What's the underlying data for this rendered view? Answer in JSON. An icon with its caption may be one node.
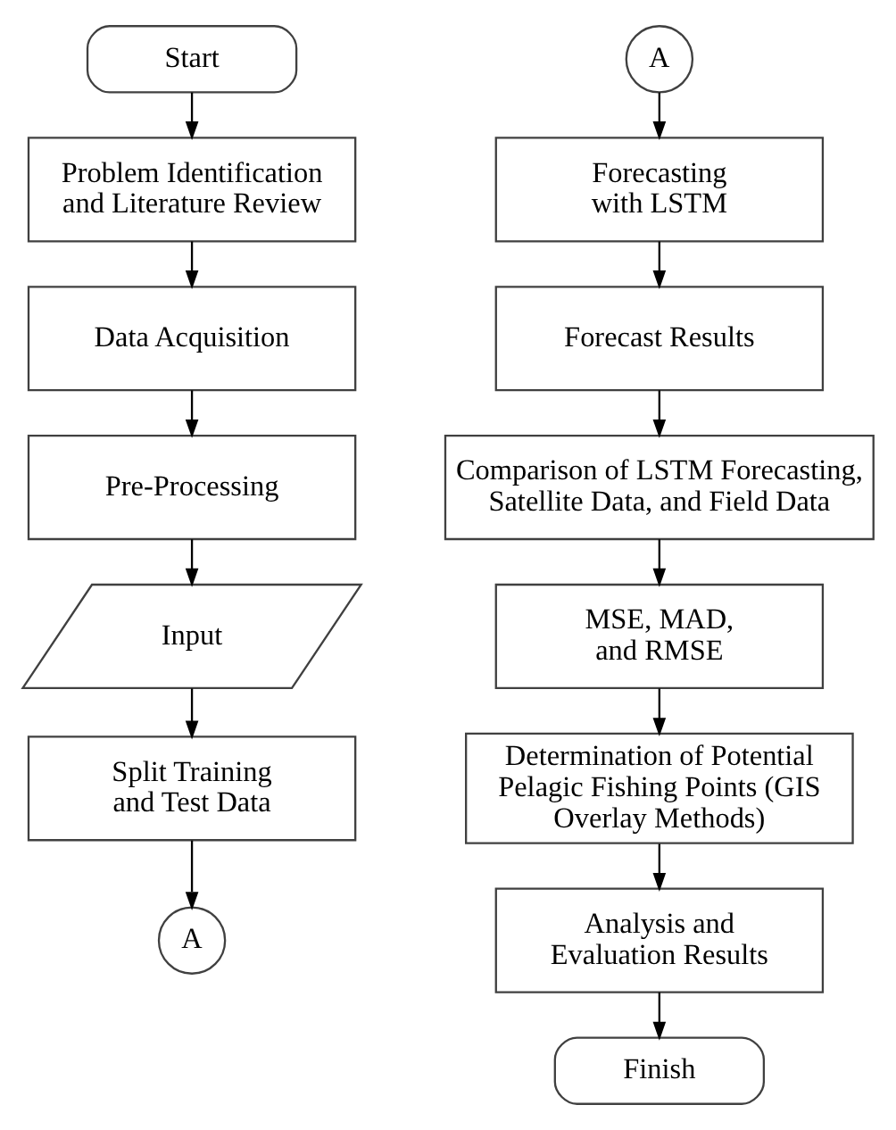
{
  "diagram": {
    "nodes": [
      {
        "text": [
          "Start"
        ]
      },
      {
        "text": [
          "Problem Identification and Literature Review"
        ]
      },
      {
        "text": [
          "Data Acquisition"
        ]
      },
      {
        "text": [
          "Pre-Processing"
        ]
      },
      {
        "text": [
          "Input"
        ]
      },
      {
        "text": [
          "Split Training and Test Data"
        ]
      },
      {
        "text": [
          "A"
        ]
      },
      {
        "text": [
          "A"
        ]
      },
      {
        "text": [
          "Forecasting with LSTM"
        ]
      },
      {
        "text": [
          "Forecast Results"
        ]
      },
      {
        "text": [
          "Comparison of LSTM Forecasting, Satellite Data, and Field Data"
        ]
      },
      {
        "text": [
          "MSE, MAD, and RMSE"
        ]
      },
      {
        "text": [
          "Determination of Potential Pelagic Fishing Points (GIS Overlay Methods)"
        ]
      },
      {
        "text": [
          "Analysis and Evaluation Results"
        ]
      },
      {
        "text": [
          "Finish"
        ]
      }
    ],
    "edges": [
      {
        "from": 0,
        "to": 1,
        "arrow": "to"
      },
      {
        "from": 1,
        "to": 2,
        "arrow": "to"
      },
      {
        "from": 2,
        "to": 3,
        "arrow": "to"
      },
      {
        "from": 3,
        "to": 4,
        "arrow": "to"
      },
      {
        "from": 4,
        "to": 5,
        "arrow": "to"
      },
      {
        "from": 5,
        "to": 6,
        "arrow": "to"
      },
      {
        "from": 7,
        "to": 8,
        "arrow": "to"
      },
      {
        "from": 8,
        "to": 9,
        "arrow": "to"
      },
      {
        "from": 9,
        "to": 10,
        "arrow": "to"
      },
      {
        "from": 10,
        "to": 11,
        "arrow": "to"
      },
      {
        "from": 11,
        "to": 12,
        "arrow": "to"
      },
      {
        "from": 12,
        "to": 13,
        "arrow": "to"
      },
      {
        "from": 13,
        "to": 14,
        "arrow": "to"
      }
    ]
  }
}
